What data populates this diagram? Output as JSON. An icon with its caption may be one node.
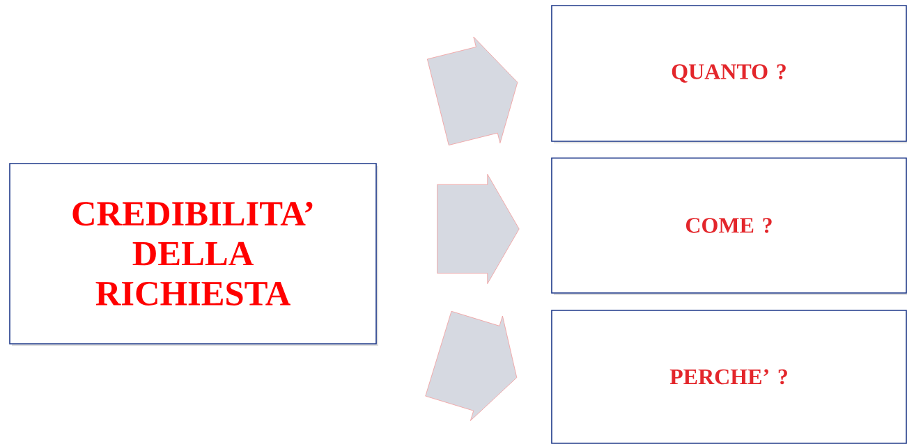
{
  "diagram": {
    "nodes": [
      {
        "text": [
          "CREDIBILITA’ DELLA RICHIESTA"
        ]
      },
      {
        "text": [
          "QUANTO ?"
        ]
      },
      {
        "text": [
          "COME ?"
        ]
      },
      {
        "text": [
          "PERCHE’ ?"
        ]
      }
    ],
    "edges": [
      {
        "from": 0,
        "to": 1,
        "arrow": "to"
      },
      {
        "from": 0,
        "to": 2,
        "arrow": "to"
      },
      {
        "from": 0,
        "to": 3,
        "arrow": "to"
      }
    ]
  }
}
